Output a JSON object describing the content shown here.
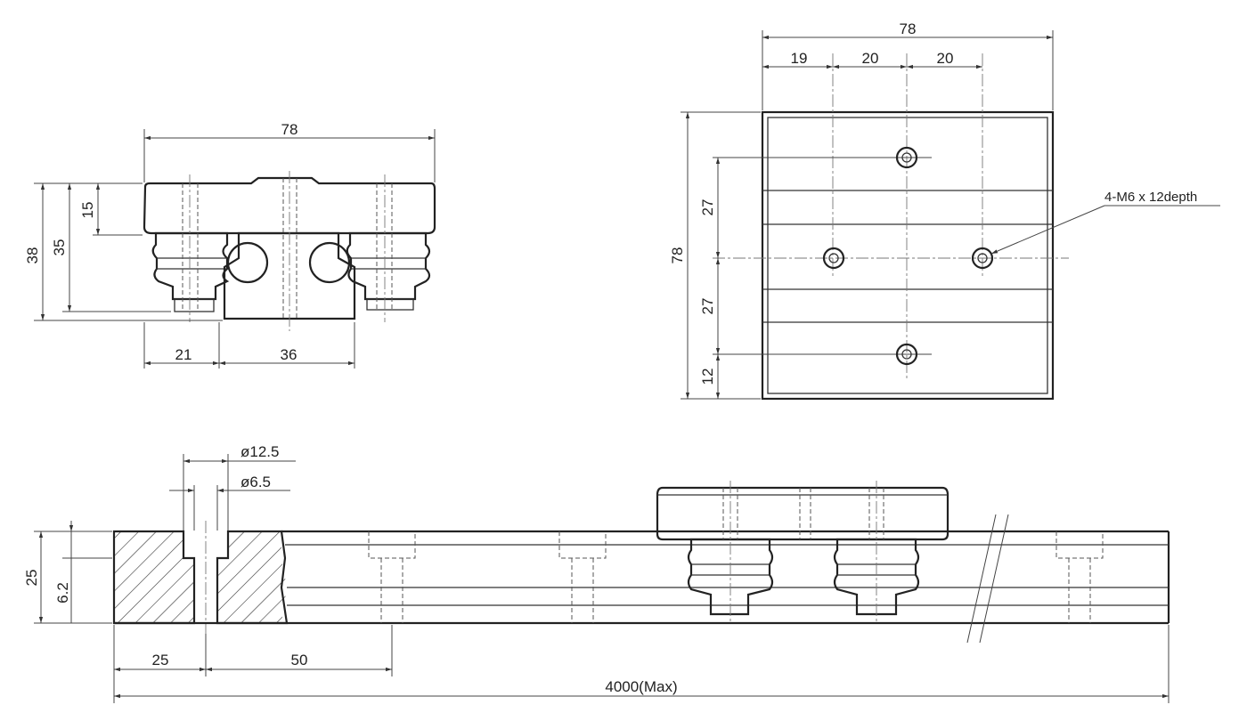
{
  "front_view": {
    "width": "78",
    "height_total": "38",
    "height_block": "35",
    "top_thickness": "15",
    "offset_left": "21",
    "offset_right": "36"
  },
  "top_view": {
    "width": "78",
    "spacing_a": "19",
    "spacing_b": "20",
    "spacing_c": "20",
    "height": "78",
    "row_a": "27",
    "row_b": "27",
    "row_c": "12",
    "hole_note": "4-M6 x 12depth"
  },
  "side_view": {
    "counterbore_dia": "ø12.5",
    "hole_dia": "ø6.5",
    "rail_height": "25",
    "counterbore_depth": "6.2",
    "end_pitch": "25",
    "pitch": "50",
    "length": "4000(Max)"
  }
}
